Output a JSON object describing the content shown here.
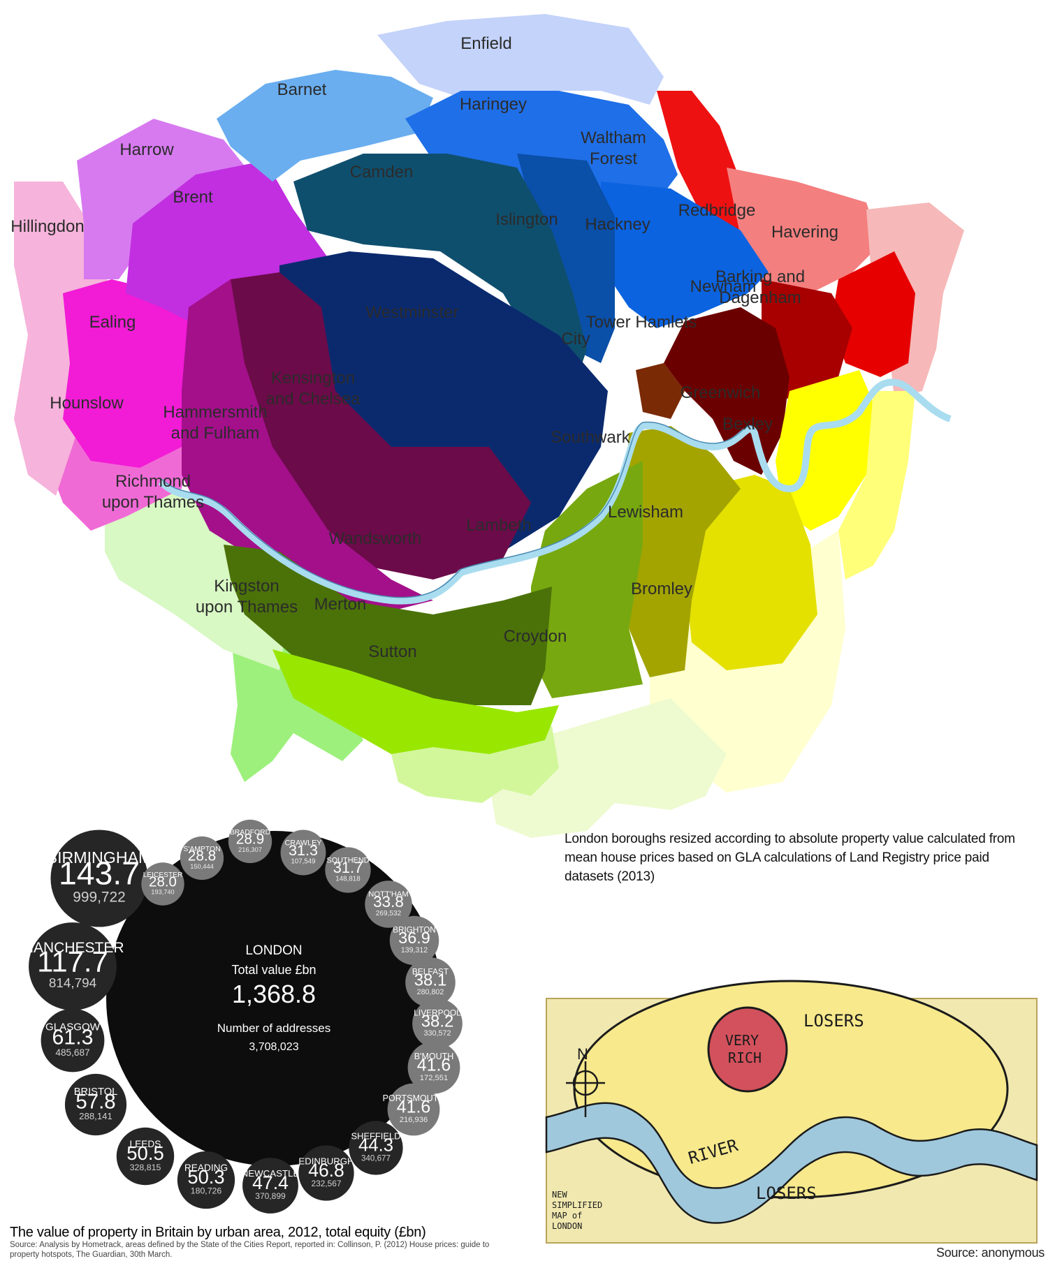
{
  "map": {
    "boroughs": [
      {
        "name": "Enfield",
        "lines": [
          "Enfield"
        ],
        "color": "#c4d3fa"
      },
      {
        "name": "Barnet",
        "lines": [
          "Barnet"
        ],
        "color": "#6aaef0"
      },
      {
        "name": "Haringey",
        "lines": [
          "Haringey"
        ],
        "color": "#1f6fe8"
      },
      {
        "name": "Harrow",
        "lines": [
          "Harrow"
        ],
        "color": "#d77af0"
      },
      {
        "name": "Brent",
        "lines": [
          "Brent"
        ],
        "color": "#c12fe0"
      },
      {
        "name": "Hillingdon",
        "lines": [
          "Hillingdon"
        ],
        "color": "#f6b3db"
      },
      {
        "name": "Camden",
        "lines": [
          "Camden"
        ],
        "color": "#0f4f6e"
      },
      {
        "name": "Islington",
        "lines": [
          "Islington"
        ],
        "color": "#0a4fa8"
      },
      {
        "name": "Hackney",
        "lines": [
          "Hackney"
        ],
        "color": "#0b63e0"
      },
      {
        "name": "Waltham Forest",
        "lines": [
          "Waltham",
          "Forest"
        ],
        "color": "#ee1111"
      },
      {
        "name": "Redbridge",
        "lines": [
          "Redbridge"
        ],
        "color": "#f47f7f"
      },
      {
        "name": "Havering",
        "lines": [
          "Havering"
        ],
        "color": "#f6b8b8"
      },
      {
        "name": "Westminster",
        "lines": [
          "Westminster"
        ],
        "color": "#0b2a6e"
      },
      {
        "name": "Newham",
        "lines": [
          "Newham"
        ],
        "color": "#a80000"
      },
      {
        "name": "Barking and Dagenham",
        "lines": [
          "Barking and",
          "Dagenham"
        ],
        "color": "#e60000"
      },
      {
        "name": "Tower Hamlets",
        "lines": [
          "Tower Hamlets"
        ],
        "color": "#6b0000"
      },
      {
        "name": "City",
        "lines": [
          "City"
        ],
        "color": "#7a2a05"
      },
      {
        "name": "Ealing",
        "lines": [
          "Ealing"
        ],
        "color": "#f21bd6"
      },
      {
        "name": "Kensington and Chelsea",
        "lines": [
          "Kensington",
          "and Chelsea"
        ],
        "color": "#6c0b49"
      },
      {
        "name": "Hammersmith and Fulham",
        "lines": [
          "Hammersmith",
          "and Fulham"
        ],
        "color": "#a3108a"
      },
      {
        "name": "Hounslow",
        "lines": [
          "Hounslow"
        ],
        "color": "#f06ad6"
      },
      {
        "name": "Greenwich",
        "lines": [
          "Greenwich"
        ],
        "color": "#ffff00"
      },
      {
        "name": "Bexley",
        "lines": [
          "Bexley"
        ],
        "color": "#ffff7a"
      },
      {
        "name": "Southwark",
        "lines": [
          "Southwark"
        ],
        "color": "#a3a400"
      },
      {
        "name": "Lewisham",
        "lines": [
          "Lewisham"
        ],
        "color": "#e4e000"
      },
      {
        "name": "Richmond upon Thames",
        "lines": [
          "Richmond",
          "upon Thames"
        ],
        "color": "#d8f8c4"
      },
      {
        "name": "Wandsworth",
        "lines": [
          "Wandsworth"
        ],
        "color": "#4b7209"
      },
      {
        "name": "Lambeth",
        "lines": [
          "Lambeth"
        ],
        "color": "#77a80f"
      },
      {
        "name": "Kingston upon Thames",
        "lines": [
          "Kingston",
          "upon Thames"
        ],
        "color": "#9df07c"
      },
      {
        "name": "Merton",
        "lines": [
          "Merton"
        ],
        "color": "#99e600"
      },
      {
        "name": "Bromley",
        "lines": [
          "Bromley"
        ],
        "color": "#ffffcf"
      },
      {
        "name": "Croydon",
        "lines": [
          "Croydon"
        ],
        "color": "#eefad0"
      },
      {
        "name": "Sutton",
        "lines": [
          "Sutton"
        ],
        "color": "#d2f79b"
      }
    ],
    "river_color": "#a9dcef",
    "caption": "London boroughs resized according to absolute property value calculated from mean house prices based on GLA calculations of Land Registry price paid datasets (2013)"
  },
  "bubbles": {
    "title": "The value of property in Britain by urban area, 2012, total equity (£bn)",
    "source": "Source: Analysis by Hometrack, areas defined by the State of the Cities Report, reported in: Collinson, P. (2012) House prices: guide to property hotspots, The Guardian, 30th March.",
    "london": {
      "name": "LONDON",
      "value_label": "Total value £bn",
      "value": "1,368.8",
      "addresses_label": "Number of addresses",
      "addresses": "3,708,023"
    },
    "cities": [
      {
        "name": "BIRMINGHAM",
        "value": "143.7",
        "addresses": "999,722"
      },
      {
        "name": "MANCHESTER",
        "value": "117.7",
        "addresses": "814,794"
      },
      {
        "name": "GLASGOW",
        "value": "61.3",
        "addresses": "485,687"
      },
      {
        "name": "BRISTOL",
        "value": "57.8",
        "addresses": "288,141"
      },
      {
        "name": "LEEDS",
        "value": "50.5",
        "addresses": "328,815"
      },
      {
        "name": "READING",
        "value": "50.3",
        "addresses": "180,726"
      },
      {
        "name": "NEWCASTLE",
        "value": "47.4",
        "addresses": "370,899"
      },
      {
        "name": "EDINBURGH",
        "value": "46.8",
        "addresses": "232,567"
      },
      {
        "name": "SHEFFIELD",
        "value": "44.3",
        "addresses": "340,677"
      },
      {
        "name": "PORTSMOUTH",
        "value": "41.6",
        "addresses": "216,936"
      },
      {
        "name": "B'MOUTH",
        "value": "41.6",
        "addresses": "172,551"
      },
      {
        "name": "LIVERPOOL",
        "value": "38.2",
        "addresses": "330,572"
      },
      {
        "name": "BELFAST",
        "value": "38.1",
        "addresses": "280,802"
      },
      {
        "name": "BRIGHTON",
        "value": "36.9",
        "addresses": "139,312"
      },
      {
        "name": "NOTT'HAM",
        "value": "33.8",
        "addresses": "269,532"
      },
      {
        "name": "SOUTHEND",
        "value": "31.7",
        "addresses": "148,818"
      },
      {
        "name": "CRAWLEY",
        "value": "31.3",
        "addresses": "107,549"
      },
      {
        "name": "BRADFORD",
        "value": "28.9",
        "addresses": "216,307"
      },
      {
        "name": "S'AMPTON",
        "value": "28.8",
        "addresses": "150,444"
      },
      {
        "name": "LEICESTER",
        "value": "28.0",
        "addresses": "193,740"
      }
    ]
  },
  "sketch": {
    "compass": "N",
    "top_label": "LOSERS",
    "center_label": [
      "VERY",
      "RICH"
    ],
    "river_label": "RIVER",
    "bottom_label": "LOSERS",
    "title": [
      "NEW",
      "SIMPLIFIED",
      "MAP of",
      "LONDON"
    ],
    "source": "Source: anonymous"
  }
}
